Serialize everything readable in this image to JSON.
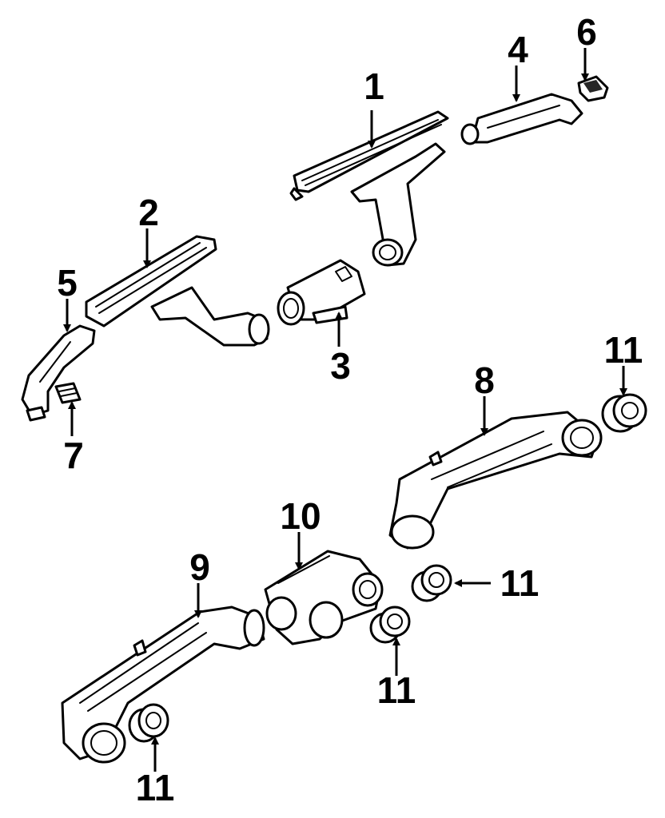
{
  "callouts": {
    "c1": "1",
    "c2": "2",
    "c3": "3",
    "c4": "4",
    "c5": "5",
    "c6": "6",
    "c7": "7",
    "c8": "8",
    "c9": "9",
    "c10": "10",
    "c11a": "11",
    "c11b": "11",
    "c11c": "11",
    "c11d": "11"
  },
  "colors": {
    "line": "#000000",
    "background": "#ffffff"
  }
}
